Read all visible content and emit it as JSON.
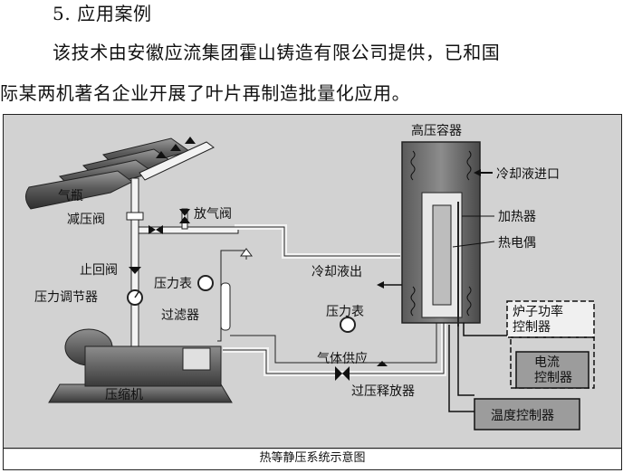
{
  "section": {
    "heading": "5. 应用案例",
    "paragraph_line1": "该技术由安徽应流集团霍山铸造有限公司提供，已和国",
    "paragraph_line2": "际某两机著名企业开展了叶片再制造批量化应用。"
  },
  "figure": {
    "caption": "热等静压系统示意图",
    "labels": {
      "gas_cylinder": "气瓶",
      "pressure_reducing_valve": "减压阀",
      "vent_valve": "放气阀",
      "check_valve": "止回阀",
      "pressure_regulator": "压力调节器",
      "pressure_gauge_1": "压力表",
      "filter": "过滤器",
      "compressor": "压缩机",
      "high_pressure_vessel": "高压容器",
      "coolant_inlet": "冷却液进口",
      "heater": "加热器",
      "thermocouple": "热电偶",
      "coolant_outlet": "冷却液出",
      "pressure_gauge_2": "压力表",
      "gas_supply": "气体供应",
      "overpressure_relief": "过压释放器",
      "furnace_power_controller": "炉子功率\n控制器",
      "current_controller": "电流\n控制器",
      "temperature_controller": "温度控制器"
    }
  }
}
